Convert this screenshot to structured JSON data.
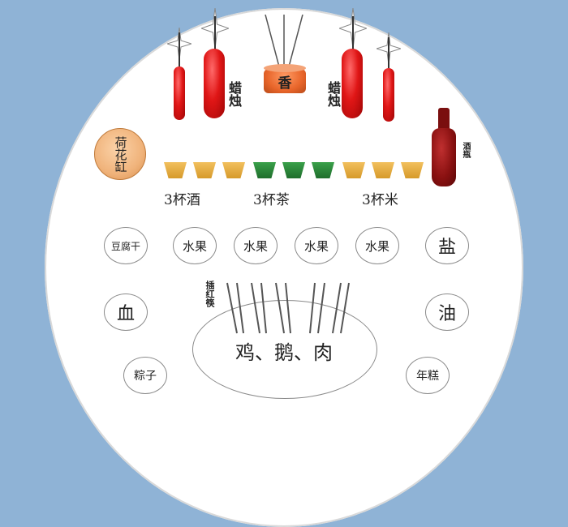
{
  "top_title": "",
  "candle_left_label": "蜡烛",
  "candle_right_label": "蜡烛",
  "incense_label": "香",
  "lotus_jar_label": "荷花缸",
  "wine_bottle_label": "酒瓶",
  "cups": {
    "wine_label": "3杯酒",
    "tea_label": "3杯茶",
    "rice_label": "3杯米"
  },
  "dishes": {
    "tofu": "豆腐干",
    "fruit1": "水果",
    "fruit2": "水果",
    "fruit3": "水果",
    "fruit4": "水果",
    "salt": "盐",
    "blood": "血",
    "oil": "油",
    "zongzi": "粽子",
    "niangao": "年糕"
  },
  "main_dish_label": "鸡、鹅、肉",
  "chopsticks_label": "插红筷",
  "colors": {
    "background": "#8fb3d6",
    "candle_red": "#e01616",
    "wine_cup": "#e0a63a",
    "tea_cup": "#2a8a3a",
    "lotus_jar": "#f0b37b",
    "incense_bowl": "#e8652a"
  }
}
